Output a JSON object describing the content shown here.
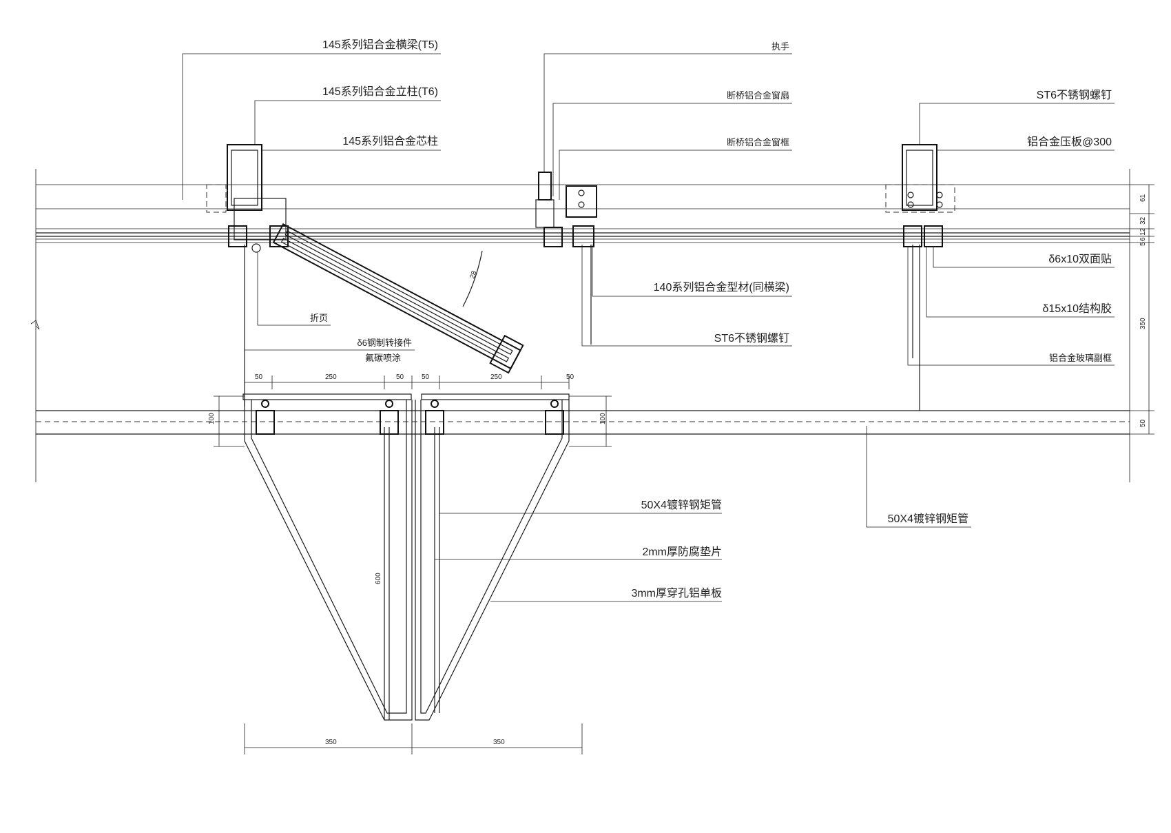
{
  "labels": {
    "t5_beam": "145系列铝合金横梁(T5)",
    "t6_column": "145系列铝合金立柱(T6)",
    "core_column": "145系列铝合金芯柱",
    "handle": "执手",
    "sash": "断桥铝合金窗扇",
    "frame": "断桥铝合金窗框",
    "screw_top": "ST6不锈钢螺钉",
    "press_plate": "铝合金压板@300",
    "tape": "δ6x10双面贴",
    "profile_140": "140系列铝合金型材(同横梁)",
    "hinge": "折页",
    "steel_connector": "δ6钢制转接件",
    "fluoro_coat": "氟碳喷涂",
    "structural_glue": "δ15x10结构胶",
    "screw_mid": "ST6不锈钢螺钉",
    "glass_subframe": "铝合金玻璃副框",
    "steel_tube_left": "50X4镀锌钢矩管",
    "gasket": "2mm厚防腐垫片",
    "perforated_panel": "3mm厚穿孔铝单板",
    "steel_tube_right": "50X4镀锌钢矩管",
    "angle": "28"
  },
  "dimensions": {
    "top": [
      "50",
      "250",
      "50",
      "50",
      "250",
      "50"
    ],
    "left_height": "100",
    "mid_height": "100",
    "depth": "600",
    "bottom_left": "350",
    "bottom_right": "350",
    "right_column": [
      "61",
      "32",
      "12",
      "6",
      "5",
      "350",
      "50"
    ]
  }
}
